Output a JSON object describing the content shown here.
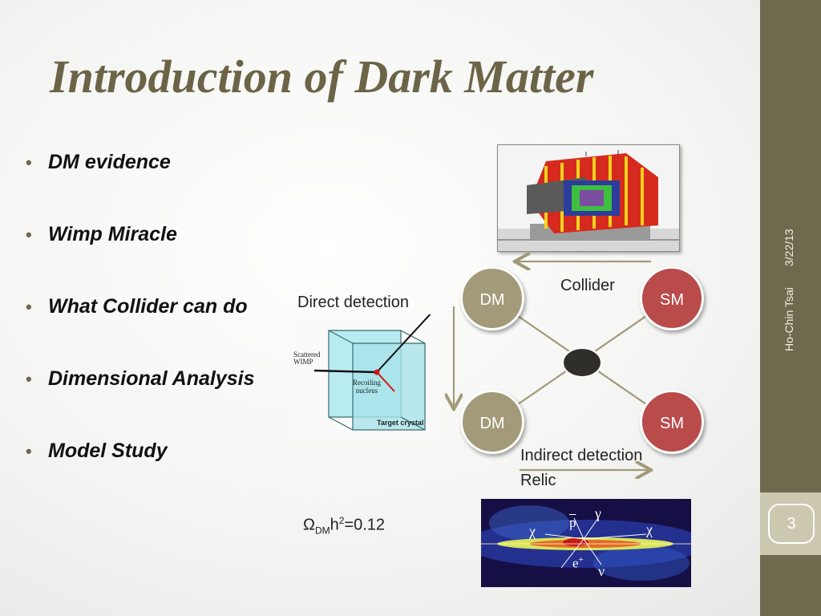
{
  "slide": {
    "title": "Introduction of Dark Matter",
    "date": "3/22/13",
    "author": "Ho-Chin Tsai",
    "page_number": "3"
  },
  "bullets": [
    "DM evidence",
    "Wimp Miracle",
    "What Collider can do",
    "Dimensional Analysis",
    "Model Study"
  ],
  "diagram": {
    "nodes": {
      "dm_top": "DM",
      "sm_top": "SM",
      "dm_bottom": "DM",
      "sm_bottom": "SM"
    },
    "collider_label": "Collider",
    "direct_label": "Direct detection",
    "indirect_label": "Indirect detection",
    "relic_label": "Relic"
  },
  "crystal_figure": {
    "scattered": "Scattered",
    "wimp": "WIMP",
    "recoiling": "Recoiling",
    "nucleus": "nucleus",
    "target": "Target crystal"
  },
  "sky_map": {
    "chi_left": "χ",
    "chi_right": "χ",
    "gamma": "γ",
    "pbar": "p",
    "eplus": "e",
    "eplus_sup": "+",
    "nu": "ν"
  },
  "relic_formula": {
    "omega": "Ω",
    "sub": "DM",
    "h": "h",
    "sup": "2",
    "rest": "=0.12"
  },
  "colors": {
    "accent": "#6f6a4e",
    "dm_node": "#a29a78",
    "sm_node": "#b94b4b",
    "arrow": "#a29a78"
  }
}
